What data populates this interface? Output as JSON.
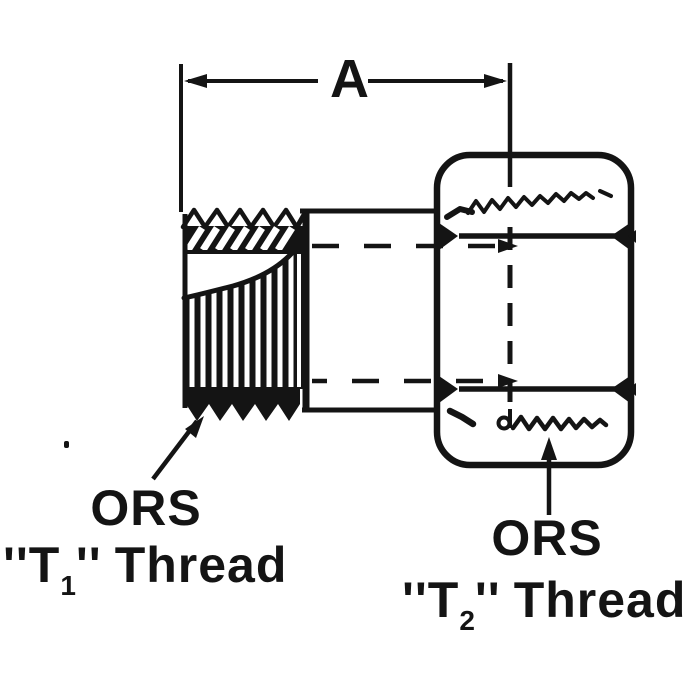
{
  "diagram": {
    "dimension_label": "A",
    "labels": {
      "t1": {
        "line1": "ORS",
        "open_quotes": "''",
        "thread_letter": "T",
        "subscript": "1",
        "close_quotes": "''",
        "thread_word": "Thread"
      },
      "t2": {
        "line1": "ORS",
        "open_quotes": "''",
        "thread_letter": "T",
        "subscript": "2",
        "close_quotes": "''",
        "thread_word": "Thread"
      }
    },
    "colors": {
      "ink": "#141414",
      "background": "#ffffff"
    }
  }
}
